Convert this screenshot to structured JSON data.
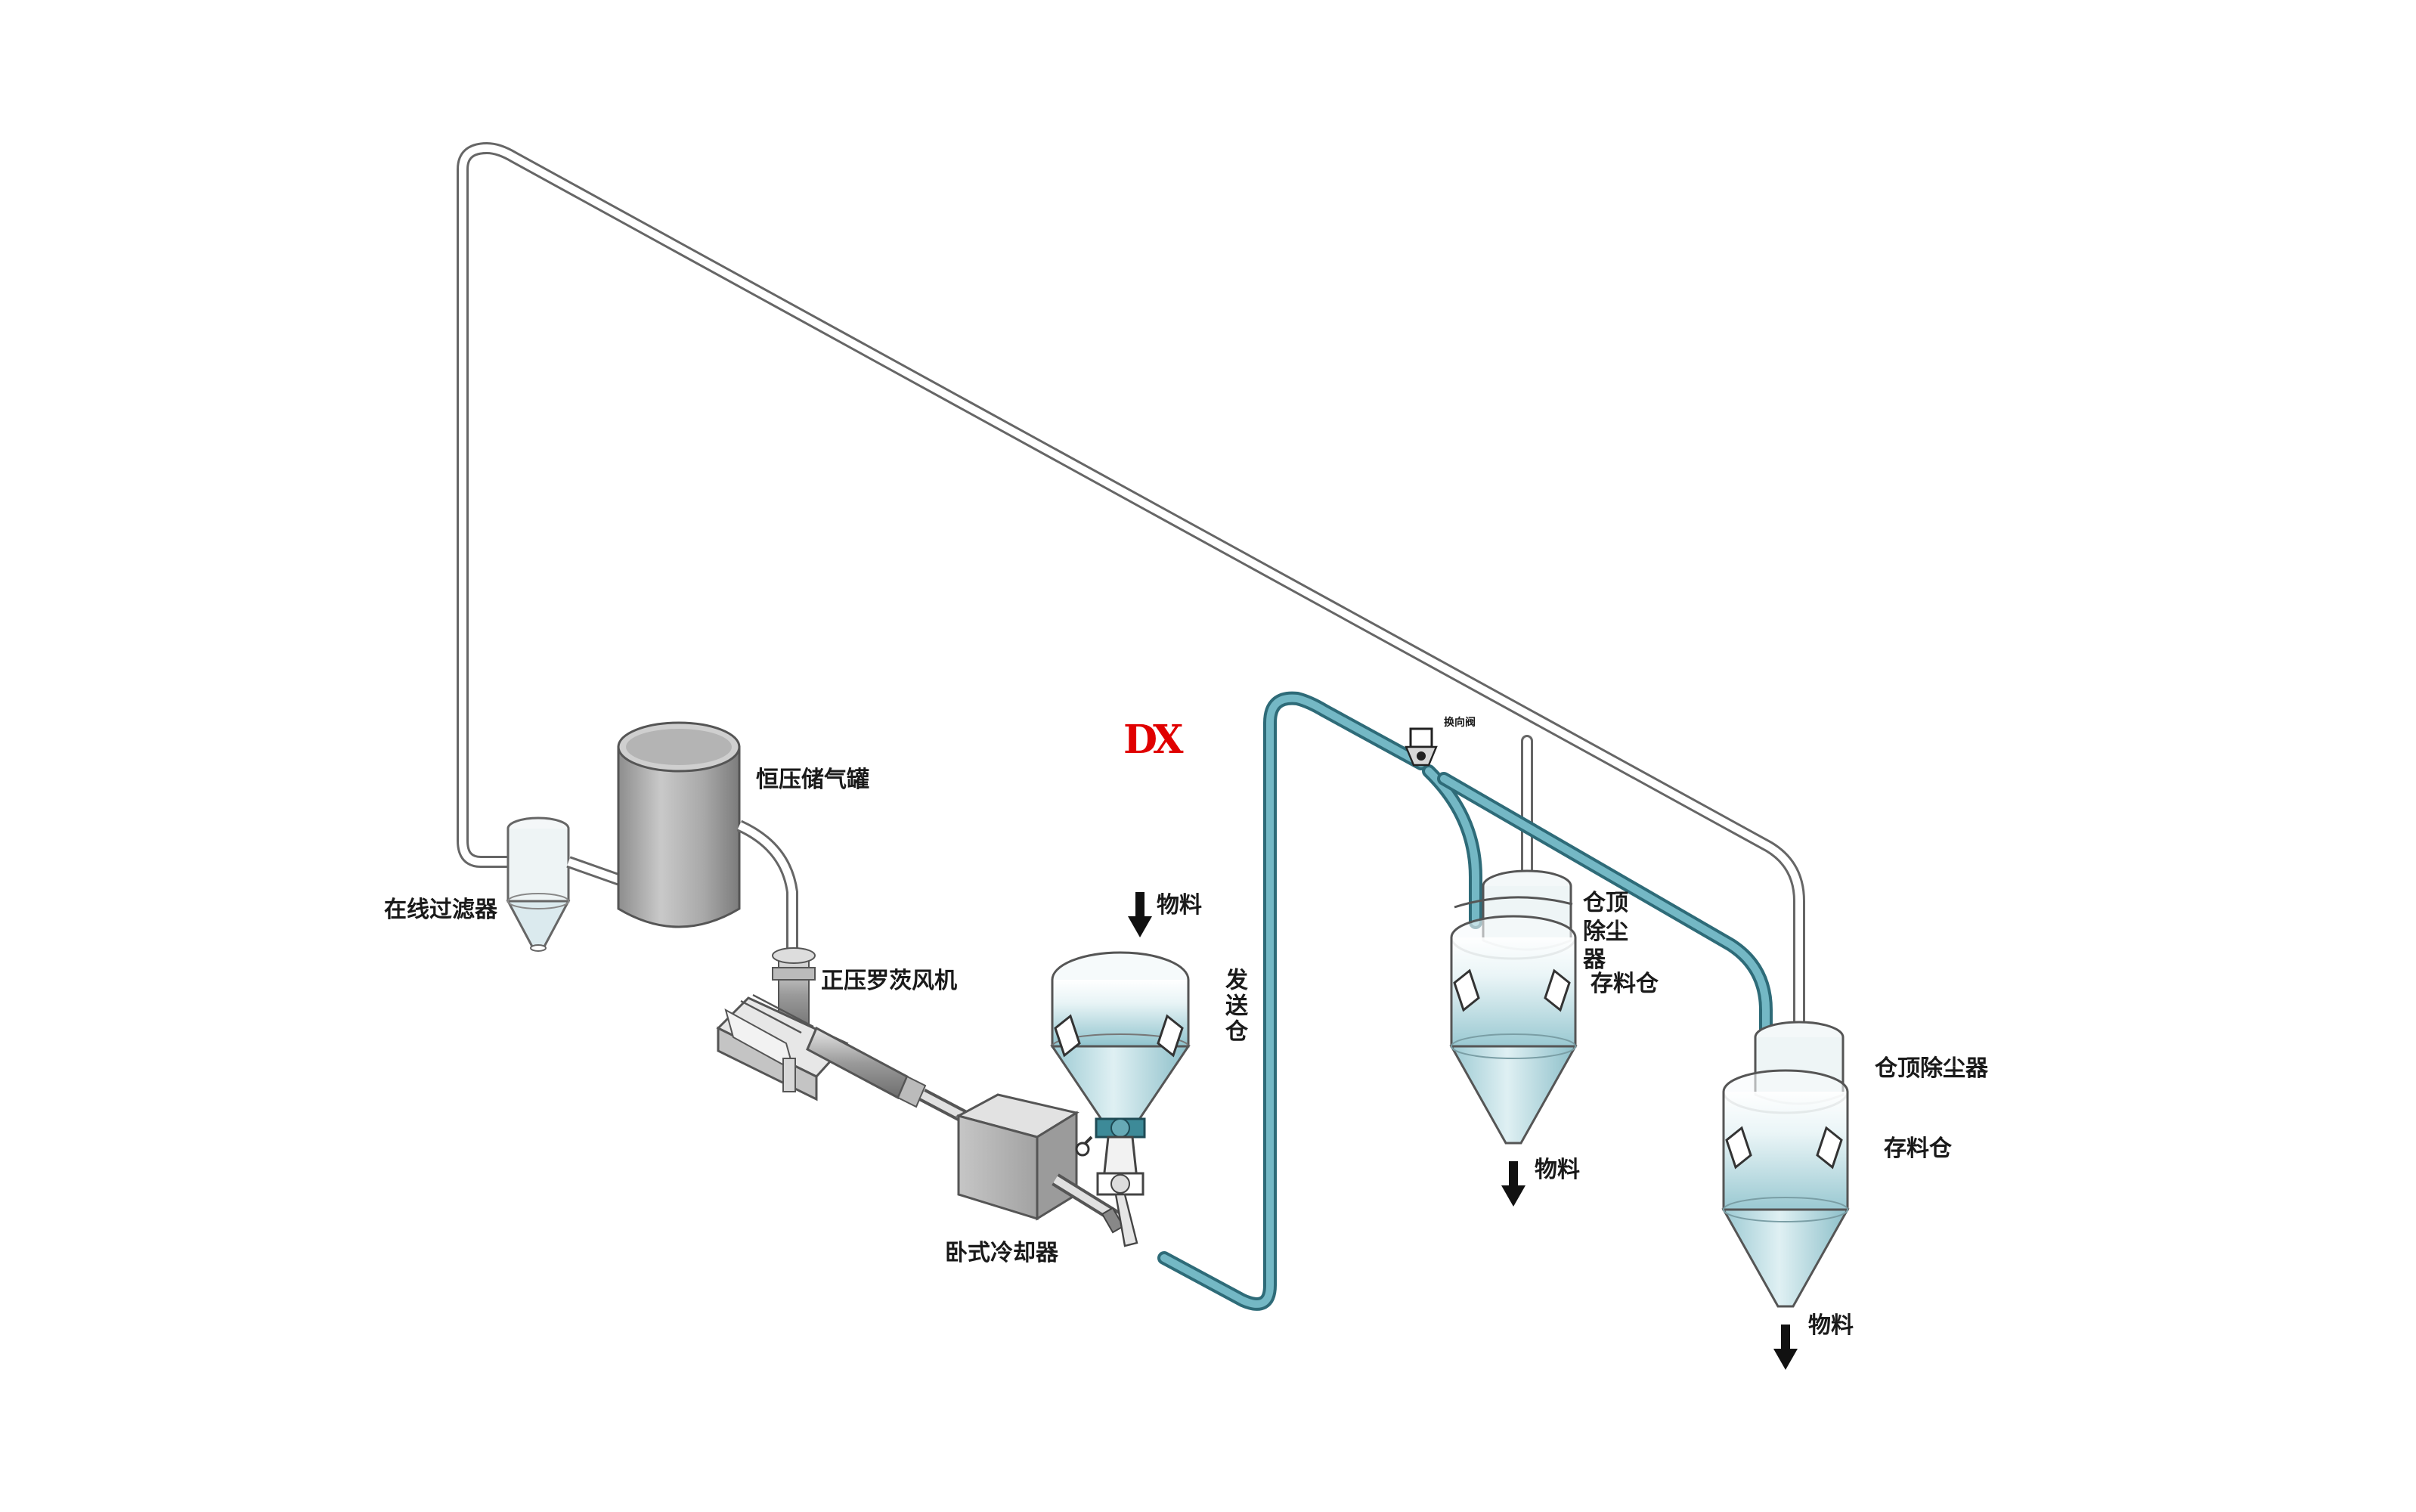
{
  "logo": "DX",
  "labels": {
    "online_filter": "在线过滤器",
    "constant_pressure_tank": "恒压储气罐",
    "roots_blower": "正压罗茨风机",
    "horizontal_cooler": "卧式冷却器",
    "material": "物料",
    "launch_hopper": "发送仓",
    "switch_valve": "换向阀",
    "dust_collector_1": "仓顶除尘器",
    "dust_collector_2": "仓顶除尘器",
    "storage_bin_1": "存料仓",
    "storage_bin_2": "存料仓",
    "material_out_1": "物料",
    "material_out_2": "物料"
  },
  "colors": {
    "conveying_line": "#5a9fae",
    "return_line": "#ffffff",
    "pipe_outline": "#555555",
    "tank_gray": "#a8a8a8",
    "hopper_fill": "#b9dce3",
    "logo": "#e00000"
  }
}
